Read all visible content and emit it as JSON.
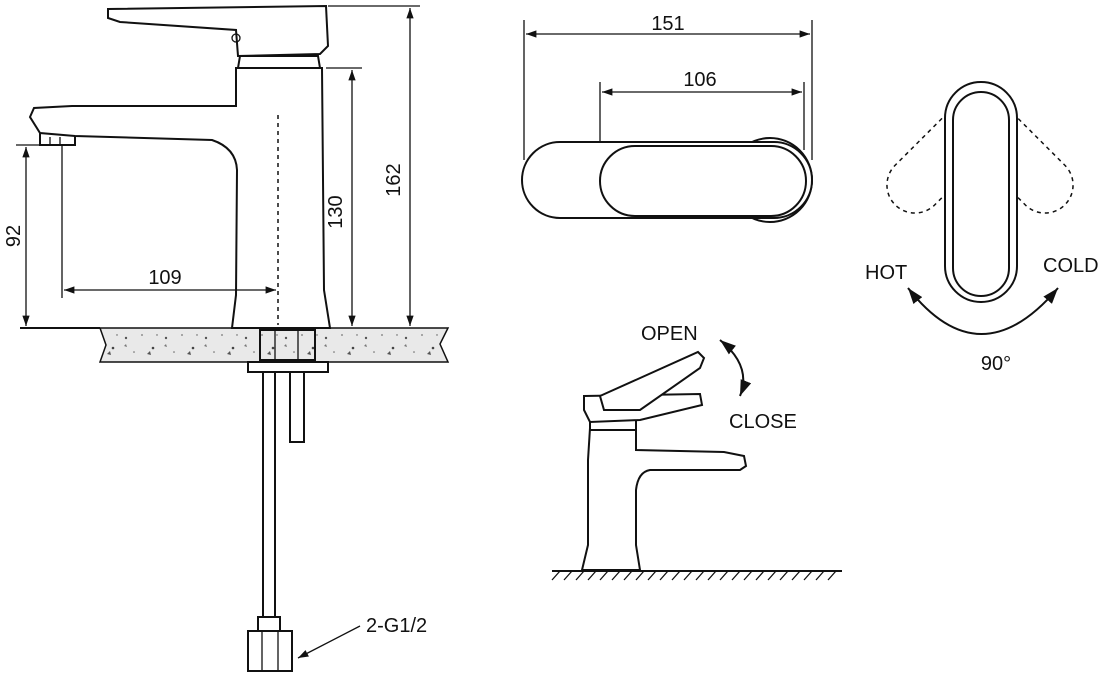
{
  "dimensions": {
    "total_height": "162",
    "body_height": "130",
    "spout_height": "92",
    "spout_reach": "109",
    "handle_length": "151",
    "handle_grip": "106"
  },
  "labels": {
    "hot": "HOT",
    "cold": "COLD",
    "rotation_angle": "90°",
    "open": "OPEN",
    "close": "CLOSE",
    "connector": "2-G1/2"
  }
}
